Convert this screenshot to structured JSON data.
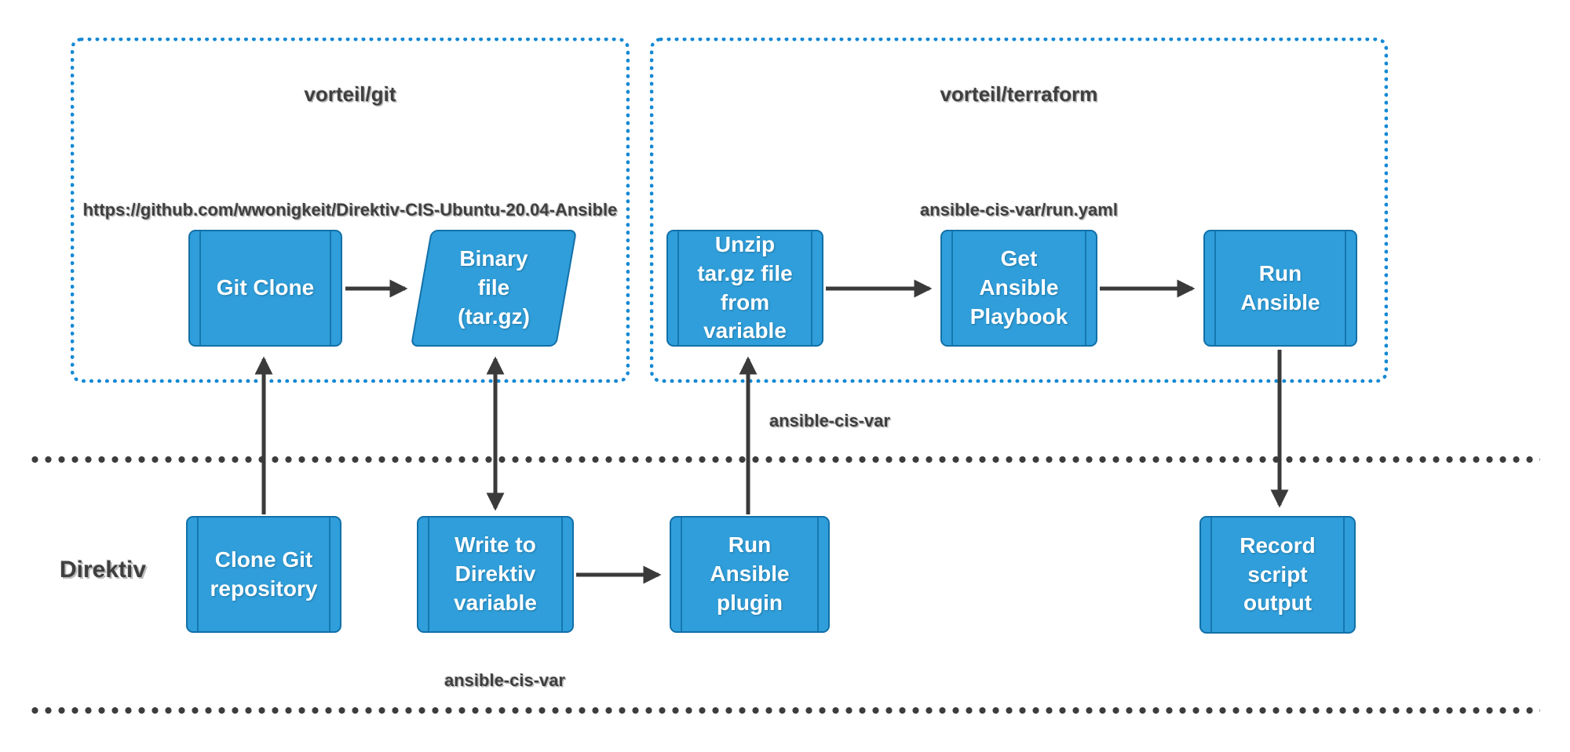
{
  "containers": {
    "git": {
      "title": "vorteil/git",
      "annotation": "https://github.com/wwonigkeit/Direktiv-CIS-Ubuntu-20.04-Ansible"
    },
    "terraform": {
      "title": "vorteil/terraform",
      "annotation": "ansible-cis-var/run.yaml"
    }
  },
  "lane": {
    "label": "Direktiv"
  },
  "annotations": {
    "mid_variable": "ansible-cis-var",
    "bottom_variable": "ansible-cis-var"
  },
  "nodes": {
    "git_clone": "Git Clone",
    "binary_file": "Binary file (tar.gz)",
    "unzip_targz": "Unzip tar.gz file from variable",
    "get_playbook": "Get Ansible Playbook",
    "run_ansible": "Run Ansible",
    "clone_repo": "Clone Git repository",
    "write_variable": "Write to Direktiv variable",
    "run_plugin": "Run Ansible plugin",
    "record_output": "Record script output"
  },
  "colors": {
    "node_fill": "#2F9EDA",
    "node_border": "#1270A8",
    "container_border": "#1589D4",
    "arrow": "#3A3A3A",
    "label_text": "#3F3F3F",
    "background": "#FFFFFF"
  }
}
